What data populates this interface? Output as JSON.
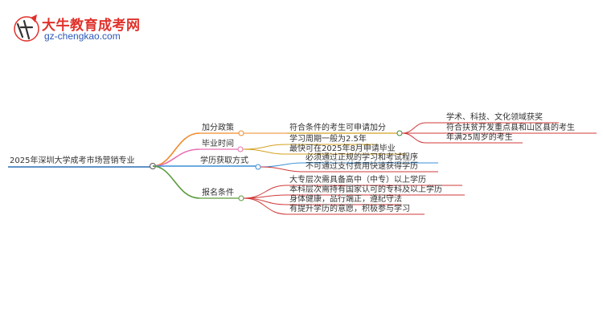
{
  "logo": {
    "title": "大牛教育成考网",
    "url": "gz-chengkao.com",
    "mark": "大牛"
  },
  "mindmap": {
    "root": "2025年深圳大学成考市场营销专业",
    "branches": [
      {
        "label": "加分政策",
        "color": "#f08a2a",
        "children": [
          {
            "label": "符合条件的考生可申请加分",
            "children": [
              {
                "label": "学术、科技、文化领域获奖"
              },
              {
                "label": "符合扶贫开发重点县和山区县的考生"
              },
              {
                "label": "年满25周岁的考生"
              }
            ]
          }
        ]
      },
      {
        "label": "毕业时间",
        "color": "#e86fb0",
        "children": [
          {
            "label": "学习周期一般为2.5年"
          },
          {
            "label": "最快可在2025年8月申请毕业"
          }
        ]
      },
      {
        "label": "学历获取方式",
        "color": "#3a8fd8",
        "children": [
          {
            "label": "必须通过正规的学习和考试程序"
          },
          {
            "label": "不可通过支付费用快速获得学历"
          }
        ]
      },
      {
        "label": "报名条件",
        "color": "#5a9a3c",
        "children": [
          {
            "label": "大专层次需具备高中（中专）以上学历"
          },
          {
            "label": "本科层次需持有国家认可的专科及以上学历"
          },
          {
            "label": "身体健康，品行端正，遵纪守法"
          },
          {
            "label": "有提升学历的意愿，积极参与学习"
          }
        ]
      }
    ]
  }
}
